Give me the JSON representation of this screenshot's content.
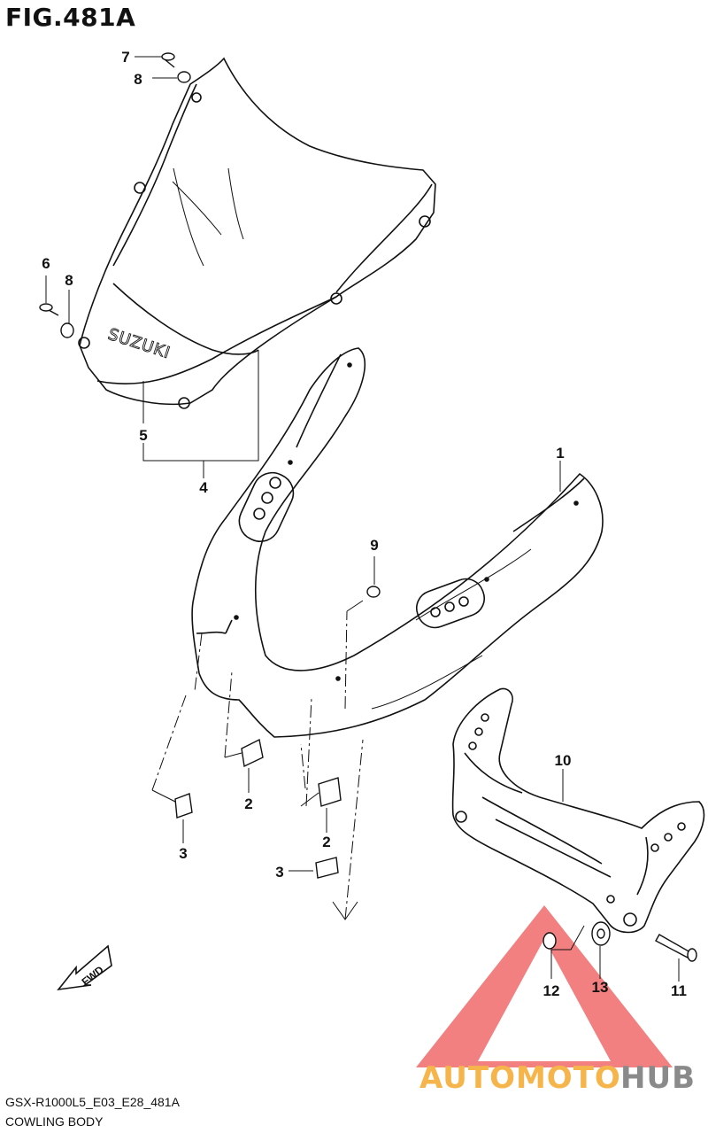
{
  "figure": {
    "title": "FIG.481A",
    "code": "GSX-R1000L5_E03_E28_481A",
    "name": "COWLING BODY"
  },
  "callouts": {
    "c1": "1",
    "c2a": "2",
    "c2b": "2",
    "c3a": "3",
    "c3b": "3",
    "c4": "4",
    "c5": "5",
    "c6": "6",
    "c7": "7",
    "c8a": "8",
    "c8b": "8",
    "c9": "9",
    "c10": "10",
    "c11": "11",
    "c12": "12",
    "c13": "13"
  },
  "labels": {
    "windscreen_brand": "SUZUKI",
    "fwd": "FWD"
  },
  "watermark": {
    "part1": "AUTOMOTO",
    "part2": "HUB",
    "color1": "#f5b54a",
    "color2": "#8a8a8a",
    "triangle_color": "#f06a6a"
  }
}
